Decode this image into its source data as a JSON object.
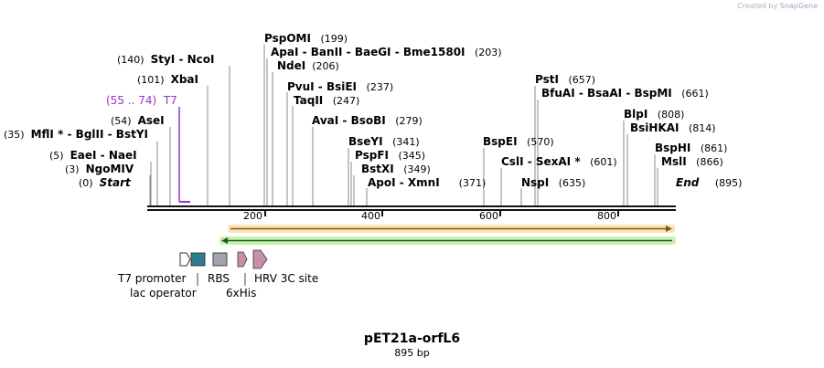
{
  "credit": "Created by",
  "credit_brand": "SnapGene",
  "title": "pET21a-orfL6",
  "subtitle": "895 bp",
  "sites": [
    {
      "pos": "(140)",
      "enz": "StyI  -  NcoI"
    },
    {
      "pos": "(101)",
      "enz": "XbaI"
    },
    {
      "pos": "(55 .. 74)",
      "enz": "T7"
    },
    {
      "pos": "(54)",
      "enz": "AseI"
    },
    {
      "pos": "(35)",
      "enz": "MflI * - BglII  -  BstYI"
    },
    {
      "pos": "(5)",
      "enz": "EaeI  -  NaeI"
    },
    {
      "pos": "(3)",
      "enz": "NgoMIV"
    },
    {
      "pos": "(0)",
      "enz": "Start"
    },
    {
      "pos": "(199)",
      "enz": "PspOMI"
    },
    {
      "pos": "(203)",
      "enz": "ApaI  -  BanII  -  BaeGI  -  Bme1580I"
    },
    {
      "pos": "(206)",
      "enz": "NdeI"
    },
    {
      "pos": "(237)",
      "enz": "PvuI  -  BsiEI"
    },
    {
      "pos": "(247)",
      "enz": "TaqII"
    },
    {
      "pos": "(279)",
      "enz": "AvaI  -  BsoBI"
    },
    {
      "pos": "(341)",
      "enz": "BseYI"
    },
    {
      "pos": "(345)",
      "enz": "PspFI"
    },
    {
      "pos": "(349)",
      "enz": "BstXI"
    },
    {
      "pos": "(371)",
      "enz": "ApoI  -  XmnI"
    },
    {
      "pos": "(570)",
      "enz": "BspEI"
    },
    {
      "pos": "(601)",
      "enz": "CslI  -  SexAI *"
    },
    {
      "pos": "(635)",
      "enz": "NspI"
    },
    {
      "pos": "(657)",
      "enz": "PstI"
    },
    {
      "pos": "(661)",
      "enz": "BfuAI  -  BsaAI  -  BspMI"
    },
    {
      "pos": "(808)",
      "enz": "BlpI"
    },
    {
      "pos": "(814)",
      "enz": "BsiHKAI"
    },
    {
      "pos": "(861)",
      "enz": "BspHI"
    },
    {
      "pos": "(866)",
      "enz": "MslI"
    },
    {
      "pos": "(895)",
      "enz": "End"
    }
  ],
  "ticks": [
    "200",
    "400",
    "600",
    "800"
  ],
  "features": {
    "t7_promoter": "T7 promoter",
    "lac_operator": "lac operator",
    "rbs": "RBS",
    "his": "6xHis",
    "hrv": "HRV 3C site"
  },
  "colors": {
    "t7": "#9933cc",
    "orange_arrow": "#f5a623",
    "green_arrow": "#4caf50",
    "teal_box": "#2e7d8f",
    "gray_box": "#a0a4ac",
    "pink_arrow": "#c98faa"
  }
}
